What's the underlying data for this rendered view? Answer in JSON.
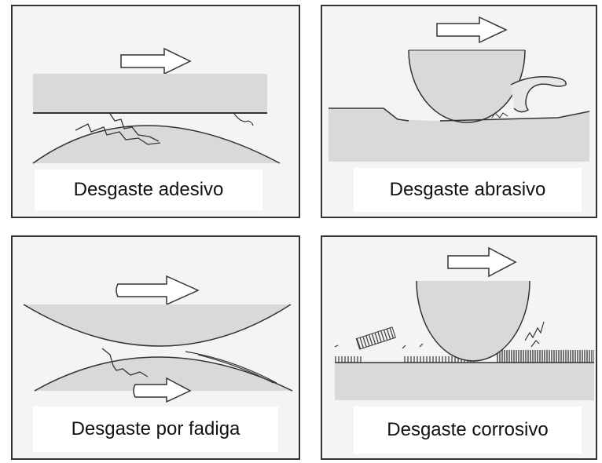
{
  "panels": [
    {
      "label": "Desgaste adesivo"
    },
    {
      "label": "Desgaste abrasivo"
    },
    {
      "label": "Desgaste por fadiga"
    },
    {
      "label": "Desgaste corrosivo"
    }
  ],
  "colors": {
    "border": "#333333",
    "panel_bg": "#f4f4f4",
    "material_fill": "#d9d9d9",
    "line": "#333333",
    "label_bg": "#ffffff"
  },
  "icons": [
    "motion-arrow-icon"
  ]
}
